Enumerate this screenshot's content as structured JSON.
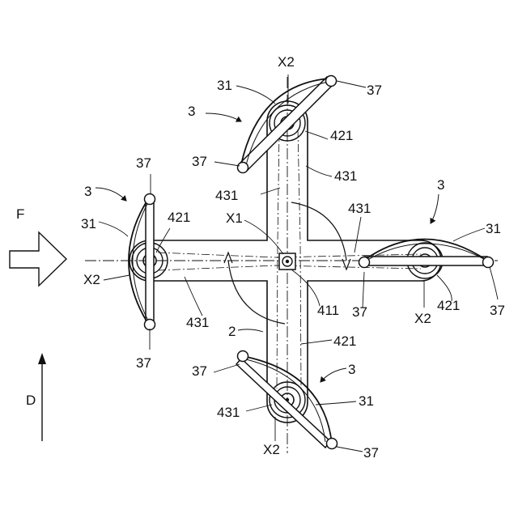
{
  "diagram": {
    "labels": {
      "x2": "X2",
      "x1": "X1",
      "f": "F",
      "d": "D",
      "n3": "3",
      "n31": "31",
      "n37": "37",
      "n421": "421",
      "n431": "431",
      "n411": "411",
      "n2": "2"
    }
  }
}
